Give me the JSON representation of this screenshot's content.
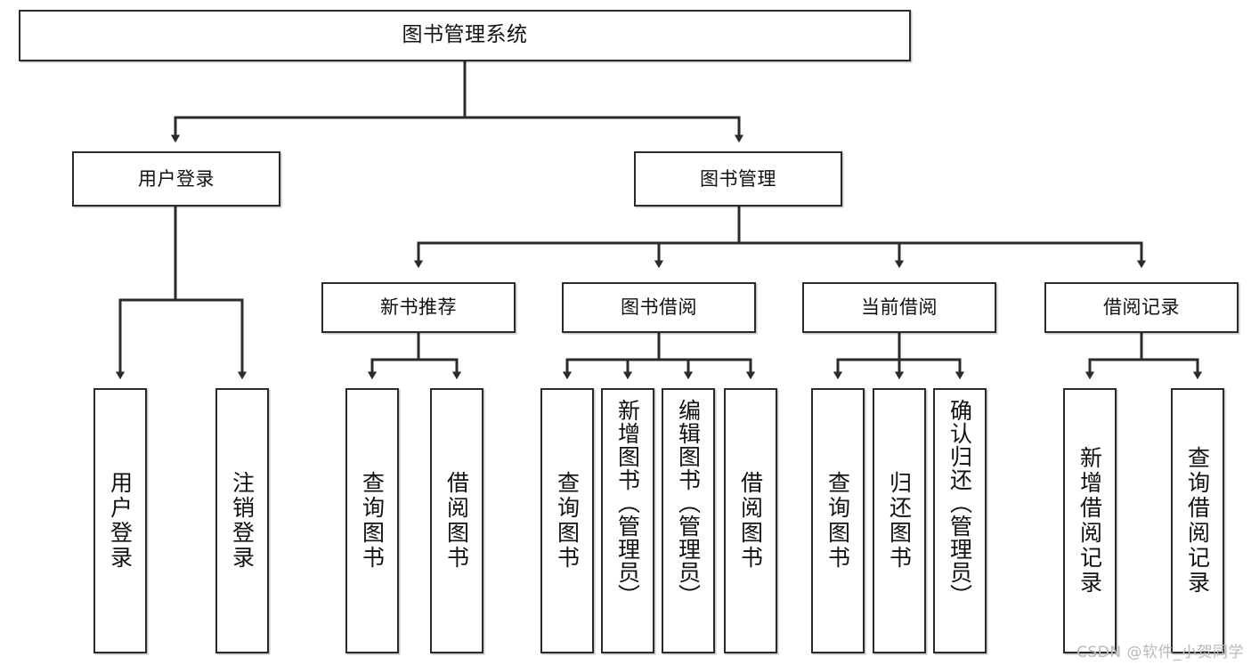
{
  "diagram": {
    "title_node": {
      "label": "图书管理系统"
    },
    "level1": [
      {
        "id": "user-login",
        "label": "用户登录"
      },
      {
        "id": "book-manage",
        "label": "图书管理"
      }
    ],
    "level2": [
      {
        "id": "new-book-recommend",
        "label": "新书推荐"
      },
      {
        "id": "book-borrow",
        "label": "图书借阅"
      },
      {
        "id": "current-borrow",
        "label": "当前借阅"
      },
      {
        "id": "borrow-record",
        "label": "借阅记录"
      }
    ],
    "leaves": {
      "user_login": [
        {
          "id": "leaf-user-login",
          "label": "用户登录"
        },
        {
          "id": "leaf-logout-login",
          "label": "注销登录"
        }
      ],
      "new_book_recommend": [
        {
          "id": "leaf-query-book-1",
          "label": "查询图书"
        },
        {
          "id": "leaf-borrow-book-1",
          "label": "借阅图书"
        }
      ],
      "book_borrow": [
        {
          "id": "leaf-query-book-2",
          "label": "查询图书"
        },
        {
          "id": "leaf-add-book",
          "label": "新增图书（管理员）"
        },
        {
          "id": "leaf-edit-book",
          "label": "编辑图书（管理员）"
        },
        {
          "id": "leaf-borrow-book-2",
          "label": "借阅图书"
        }
      ],
      "current_borrow": [
        {
          "id": "leaf-query-book-3",
          "label": "查询图书"
        },
        {
          "id": "leaf-return-book",
          "label": "归还图书"
        },
        {
          "id": "leaf-confirm-return",
          "label": "确认归还（管理员）"
        }
      ],
      "borrow_record": [
        {
          "id": "leaf-add-record",
          "label": "新增借阅记录"
        },
        {
          "id": "leaf-query-record",
          "label": "查询借阅记录"
        }
      ]
    },
    "colors": {
      "stroke": "#2b2b2b",
      "fill": "#ffffff",
      "text": "#111111",
      "watermark": "#b9b9b9"
    }
  },
  "watermark": {
    "text": "CSDN @软件_小贺同学"
  }
}
